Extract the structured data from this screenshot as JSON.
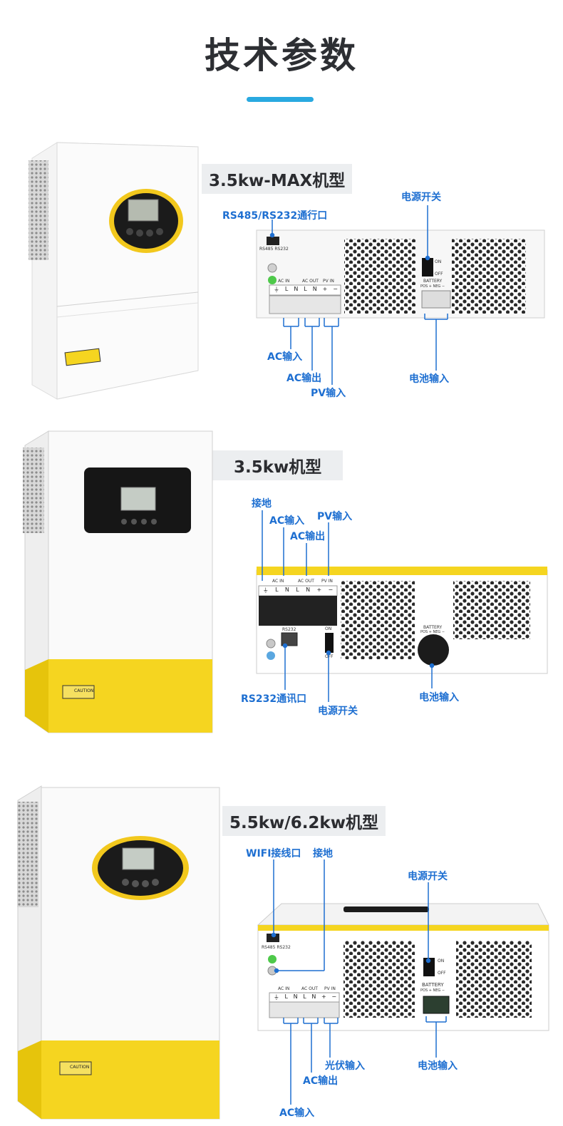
{
  "page": {
    "title": "技术参数",
    "accent_color": "#29a9e0",
    "callout_color": "#1e6fd1",
    "device_yellow": "#f5d520"
  },
  "sections": [
    {
      "model": "3.5kw-MAX机型",
      "panel_text": {
        "rs_port": "RS485 RS232",
        "ac_in": "AC IN",
        "ac_out": "AC OUT",
        "pv_in": "PV IN",
        "battery": "BATTERY",
        "pos_neg": "POS + NEG −",
        "on": "ON",
        "off": "OFF",
        "terminals": [
          "⏚",
          "L",
          "N",
          "L",
          "N",
          "+",
          "−"
        ]
      },
      "callouts": {
        "comm_port": "RS485/RS232通行口",
        "power_switch": "电源开关",
        "ac_input": "AC输入",
        "ac_output": "AC输出",
        "pv_input": "PV输入",
        "battery_input": "电池输入"
      }
    },
    {
      "model": "3.5kw机型",
      "panel_text": {
        "ac_in": "AC IN",
        "ac_out": "AC OUT",
        "pv_in": "PV IN",
        "rs232": "RS232",
        "battery": "BATTERY",
        "pos_neg": "POS + NEG −",
        "on": "ON",
        "off": "OFF",
        "caution": "CAUTION",
        "terminals": [
          "⏚",
          "L",
          "N",
          "L",
          "N",
          "+",
          "−"
        ]
      },
      "callouts": {
        "ground": "接地",
        "ac_input": "AC输入",
        "pv_input": "PV输入",
        "ac_output": "AC输出",
        "rs232_port": "RS232通讯口",
        "power_switch": "电源开关",
        "battery_input": "电池输入"
      }
    },
    {
      "model": "5.5kw/6.2kw机型",
      "panel_text": {
        "rs_port": "RS485 RS232",
        "ac_in": "AC IN",
        "ac_out": "AC OUT",
        "pv_in": "PV IN",
        "battery": "BATTERY",
        "pos_neg": "POS + NEG −",
        "on": "ON",
        "off": "OFF",
        "caution": "CAUTION",
        "terminals": [
          "⏚",
          "L",
          "N",
          "L",
          "N",
          "+",
          "−"
        ]
      },
      "callouts": {
        "wifi_port": "WIFI接线口",
        "ground": "接地",
        "power_switch": "电源开关",
        "pv_input": "光伏输入",
        "ac_output": "AC输出",
        "ac_input": "AC输入",
        "battery_input": "电池输入"
      }
    }
  ]
}
